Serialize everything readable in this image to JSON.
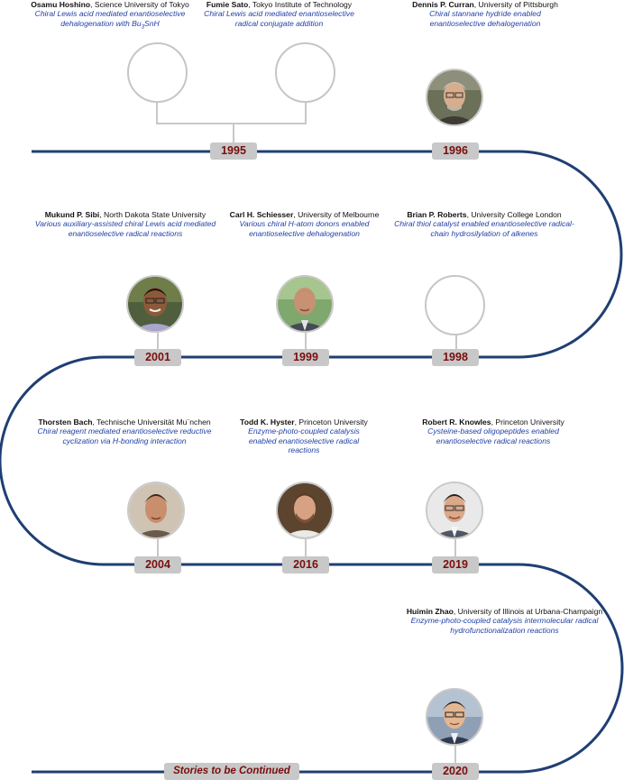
{
  "entries": [
    {
      "name": "Osamu Hoshino",
      "affil": ", Science University of Tokyo",
      "desc": "Chiral Lewis acid mediated enantioselective",
      "desc2": "dehalogenation with Bu",
      "sub": "3",
      "desc2b": "SnH"
    },
    {
      "name": "Fumie Sato",
      "affil": ", Tokyo Institute of Technology",
      "desc": "Chiral Lewis acid mediated enantioselective radical conjugate addition"
    },
    {
      "name": "Dennis P. Curran",
      "affil": ", University of Pittsburgh",
      "desc": "Chiral stannane hydride enabled enantioselective dehalogenation"
    },
    {
      "name": "Mukund P. Sibi",
      "affil": ", North Dakota State University",
      "desc": "Various auxiliary-assisted chiral Lewis acid mediated enantioselective radical reactions"
    },
    {
      "name": "Carl H. Schiesser",
      "affil": ", University of Melbourne",
      "desc": "Various chiral H-atom donors enabled enantioselective dehalogenation"
    },
    {
      "name": "Brian P. Roberts",
      "affil": ", University College London",
      "desc": "Chiral thiol catalyst enabled enantioselective radical-chain hydrosilylation of alkenes"
    },
    {
      "name": "Thorsten Bach",
      "affil": ", Technische Universität Mu¨nchen",
      "desc": "Chiral reagent mediated enantioselective reductive cyclization via H-bonding interaction"
    },
    {
      "name": "Todd K. Hyster",
      "affil": ", Princeton University",
      "desc": "Enzyme-photo-coupled catalysis enabled enantioselective radical reactions"
    },
    {
      "name": "Robert R. Knowles",
      "affil": ", Princeton University",
      "desc": "Cysteine-based oligopeptides enabled enantioselective radical reactions"
    },
    {
      "name": "Huimin Zhao",
      "affil": ", University of Illinois at Urbana-Champaign",
      "desc": "Enzyme-photo-coupled catalysis intermolecular radical hydrofunctionalization reactions"
    }
  ],
  "years": [
    "1995",
    "1996",
    "2001",
    "1999",
    "1998",
    "2004",
    "2016",
    "2019",
    "2020"
  ],
  "continued_label": "Stories to be Continued",
  "colors": {
    "timeline": "#1f3f73",
    "year_box": "#c8c8c8",
    "year_text": "#7a0d0d",
    "name_text": "#111111",
    "desc_text": "#2142a8",
    "placeholder": "#c6c6c6"
  }
}
